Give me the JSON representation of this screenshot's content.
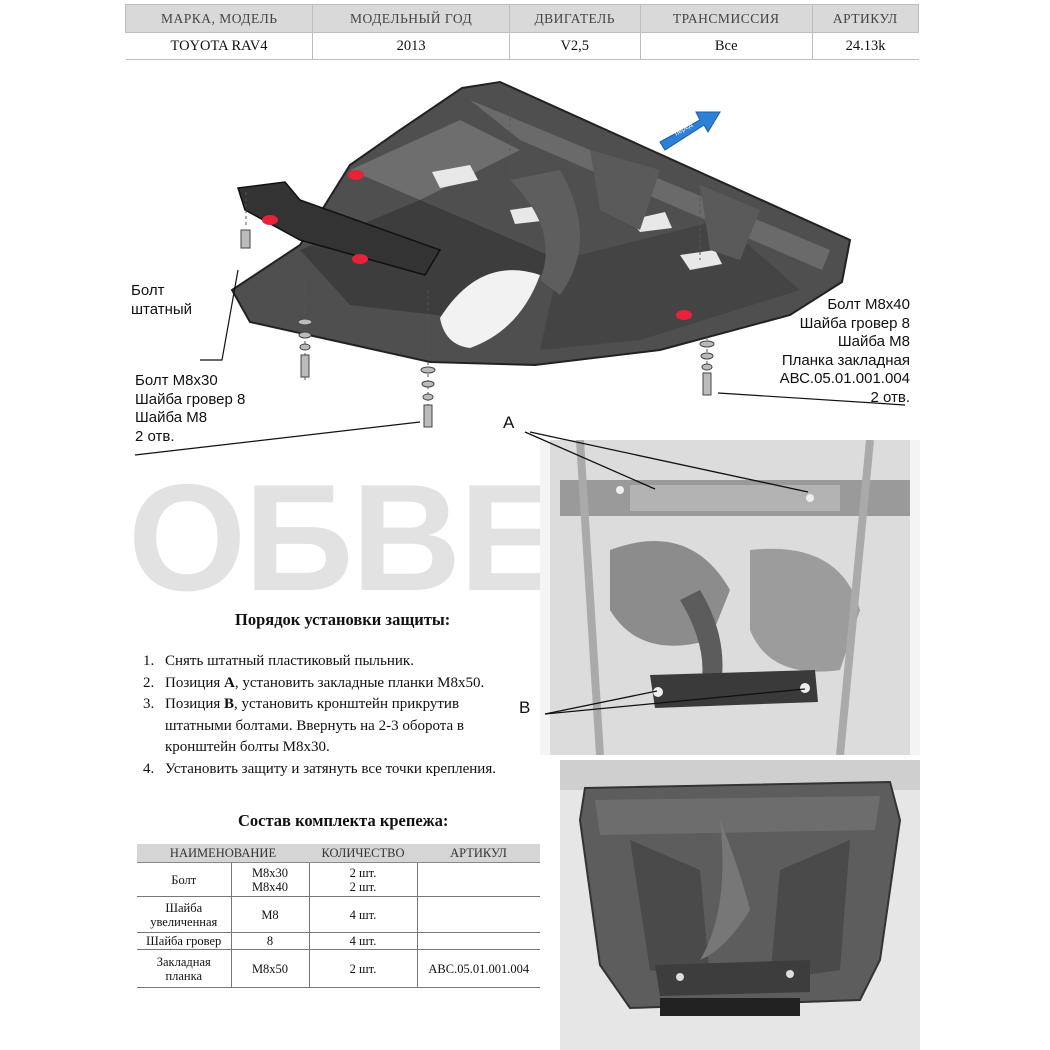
{
  "header": {
    "columns": [
      "МАРКА, МОДЕЛЬ",
      "МОДЕЛЬНЫЙ ГОД",
      "ДВИГАТЕЛЬ",
      "ТРАНСМИССИЯ",
      "АРТИКУЛ"
    ],
    "values": [
      "TOYOTA RAV4",
      "2013",
      "V2,5",
      "Все",
      "24.13k"
    ]
  },
  "diagram": {
    "direction_label": "перед",
    "callout_left_top": [
      "Болт",
      "штатный"
    ],
    "callout_left_bottom": [
      "Болт М8х30",
      "Шайба гровер 8",
      "Шайба М8",
      "2 отв."
    ],
    "callout_right": [
      "Болт М8х40",
      "Шайба гровер 8",
      "Шайба М8",
      "Планка закладная",
      "АВС.05.01.001.004",
      "2 отв."
    ],
    "label_a": "A",
    "label_b": "B"
  },
  "watermark": "ОБВЕС",
  "steps": {
    "title": "Порядок установки защиты:",
    "items": [
      {
        "num": "1.",
        "pre": "Снять штатный пластиковый пыльник.",
        "bold": "",
        "post": ""
      },
      {
        "num": "2.",
        "pre": "Позиция ",
        "bold": "А",
        "post": ", установить закладные планки М8х50."
      },
      {
        "num": "3.",
        "pre": "Позиция ",
        "bold": "В",
        "post": ", установить кронштейн прикрутив",
        "cont": [
          "штатными болтами. Ввернуть на 2-3 оборота в",
          "кронштейн болты М8х30."
        ]
      },
      {
        "num": "4.",
        "pre": "Установить защиту и затянуть все точки крепления.",
        "bold": "",
        "post": ""
      }
    ]
  },
  "kit": {
    "title": "Состав комплекта крепежа:",
    "headers": [
      "НАИМЕНОВАНИЕ",
      "КОЛИЧЕСТВО",
      "АРТИКУЛ"
    ],
    "rows": [
      {
        "name": "Болт",
        "size": "М8х30\nМ8х40",
        "qty": "2 шт.\n2 шт.",
        "art": ""
      },
      {
        "name": "Шайба\nувеличенная",
        "size": "М8",
        "qty": "4 шт.",
        "art": ""
      },
      {
        "name": "Шайба гровер",
        "size": "8",
        "qty": "4 шт.",
        "art": ""
      },
      {
        "name": "Закладная\nпланка",
        "size": "М8х50",
        "qty": "2 шт.",
        "art": "АВС.05.01.001.004"
      }
    ]
  },
  "colors": {
    "plate": "#5a5a5a",
    "highlight": "#e8223a",
    "arrow": "#2d7fd8",
    "watermark": "#e2e2e2"
  }
}
